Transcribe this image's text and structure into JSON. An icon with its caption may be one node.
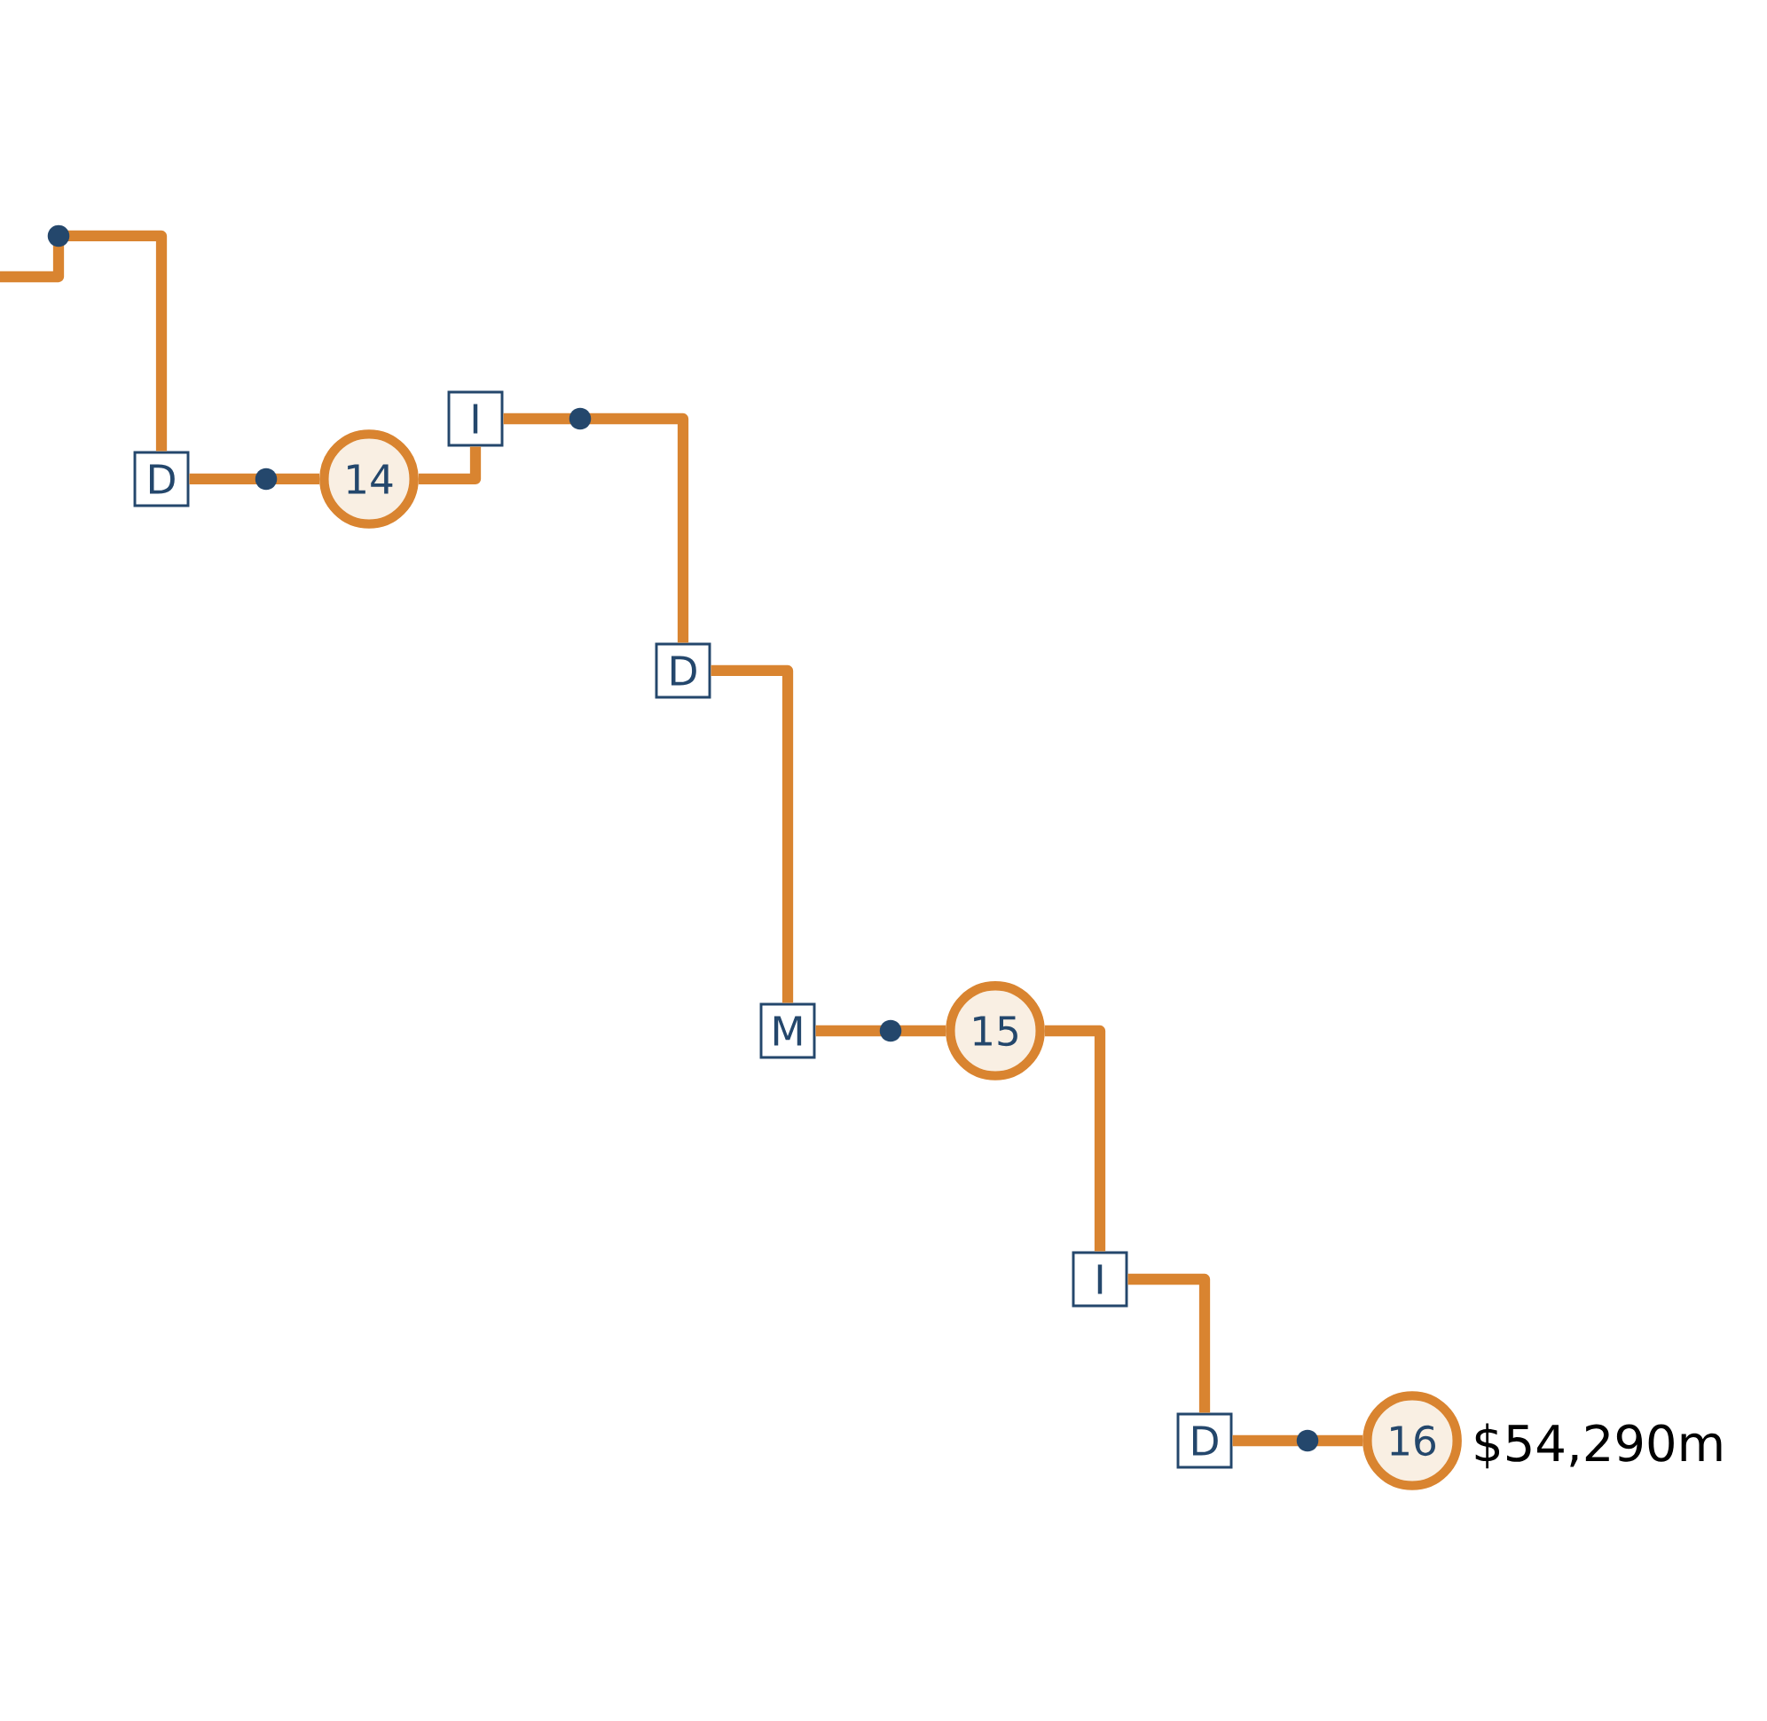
{
  "diagram": {
    "nodes": [
      {
        "text": [
          "D"
        ]
      },
      {
        "text": [
          "14"
        ]
      },
      {
        "text": [
          "I"
        ]
      },
      {
        "text": [
          "D"
        ]
      },
      {
        "text": [
          "M"
        ]
      },
      {
        "text": [
          "15"
        ]
      },
      {
        "text": [
          "I"
        ]
      },
      {
        "text": [
          "D"
        ]
      },
      {
        "text": [
          "16"
        ],
        "beside": [
          "$54,290m"
        ]
      }
    ],
    "edges": [
      {
        "from": null,
        "to": 0,
        "arrow": "none"
      },
      {
        "from": 0,
        "to": 1,
        "arrow": "none"
      },
      {
        "from": 1,
        "to": 2,
        "arrow": "none"
      },
      {
        "from": 2,
        "to": 3,
        "arrow": "none"
      },
      {
        "from": 3,
        "to": 4,
        "arrow": "none"
      },
      {
        "from": 4,
        "to": 5,
        "arrow": "none"
      },
      {
        "from": 5,
        "to": 6,
        "arrow": "none"
      },
      {
        "from": 6,
        "to": 7,
        "arrow": "none"
      },
      {
        "from": 7,
        "to": 8,
        "arrow": "none"
      }
    ]
  }
}
